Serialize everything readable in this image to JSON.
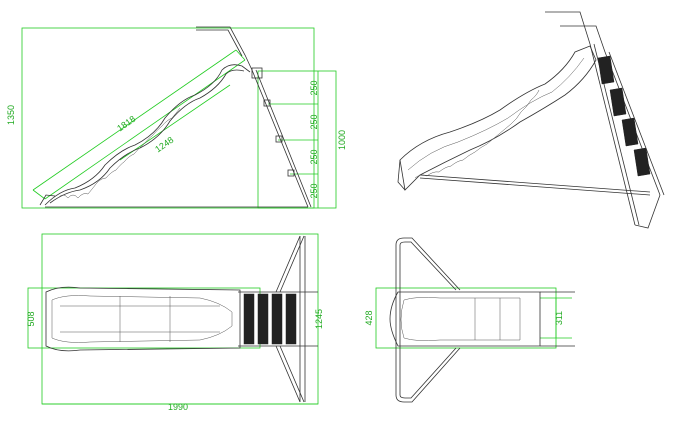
{
  "dimensions": {
    "side": {
      "height_total": "1350",
      "slide_length": "1818",
      "bed_length": "1248",
      "ladder_height": "1000",
      "step_1": "250",
      "step_2": "250",
      "step_3": "250",
      "step_4": "250"
    },
    "top": {
      "width_inner": "508",
      "width_outer": "1245",
      "length_total": "1990"
    },
    "front": {
      "width_a": "428",
      "width_b": "311"
    }
  },
  "colors": {
    "dimension": "#22cc22",
    "drawing": "#333333",
    "steps": "#222222"
  }
}
